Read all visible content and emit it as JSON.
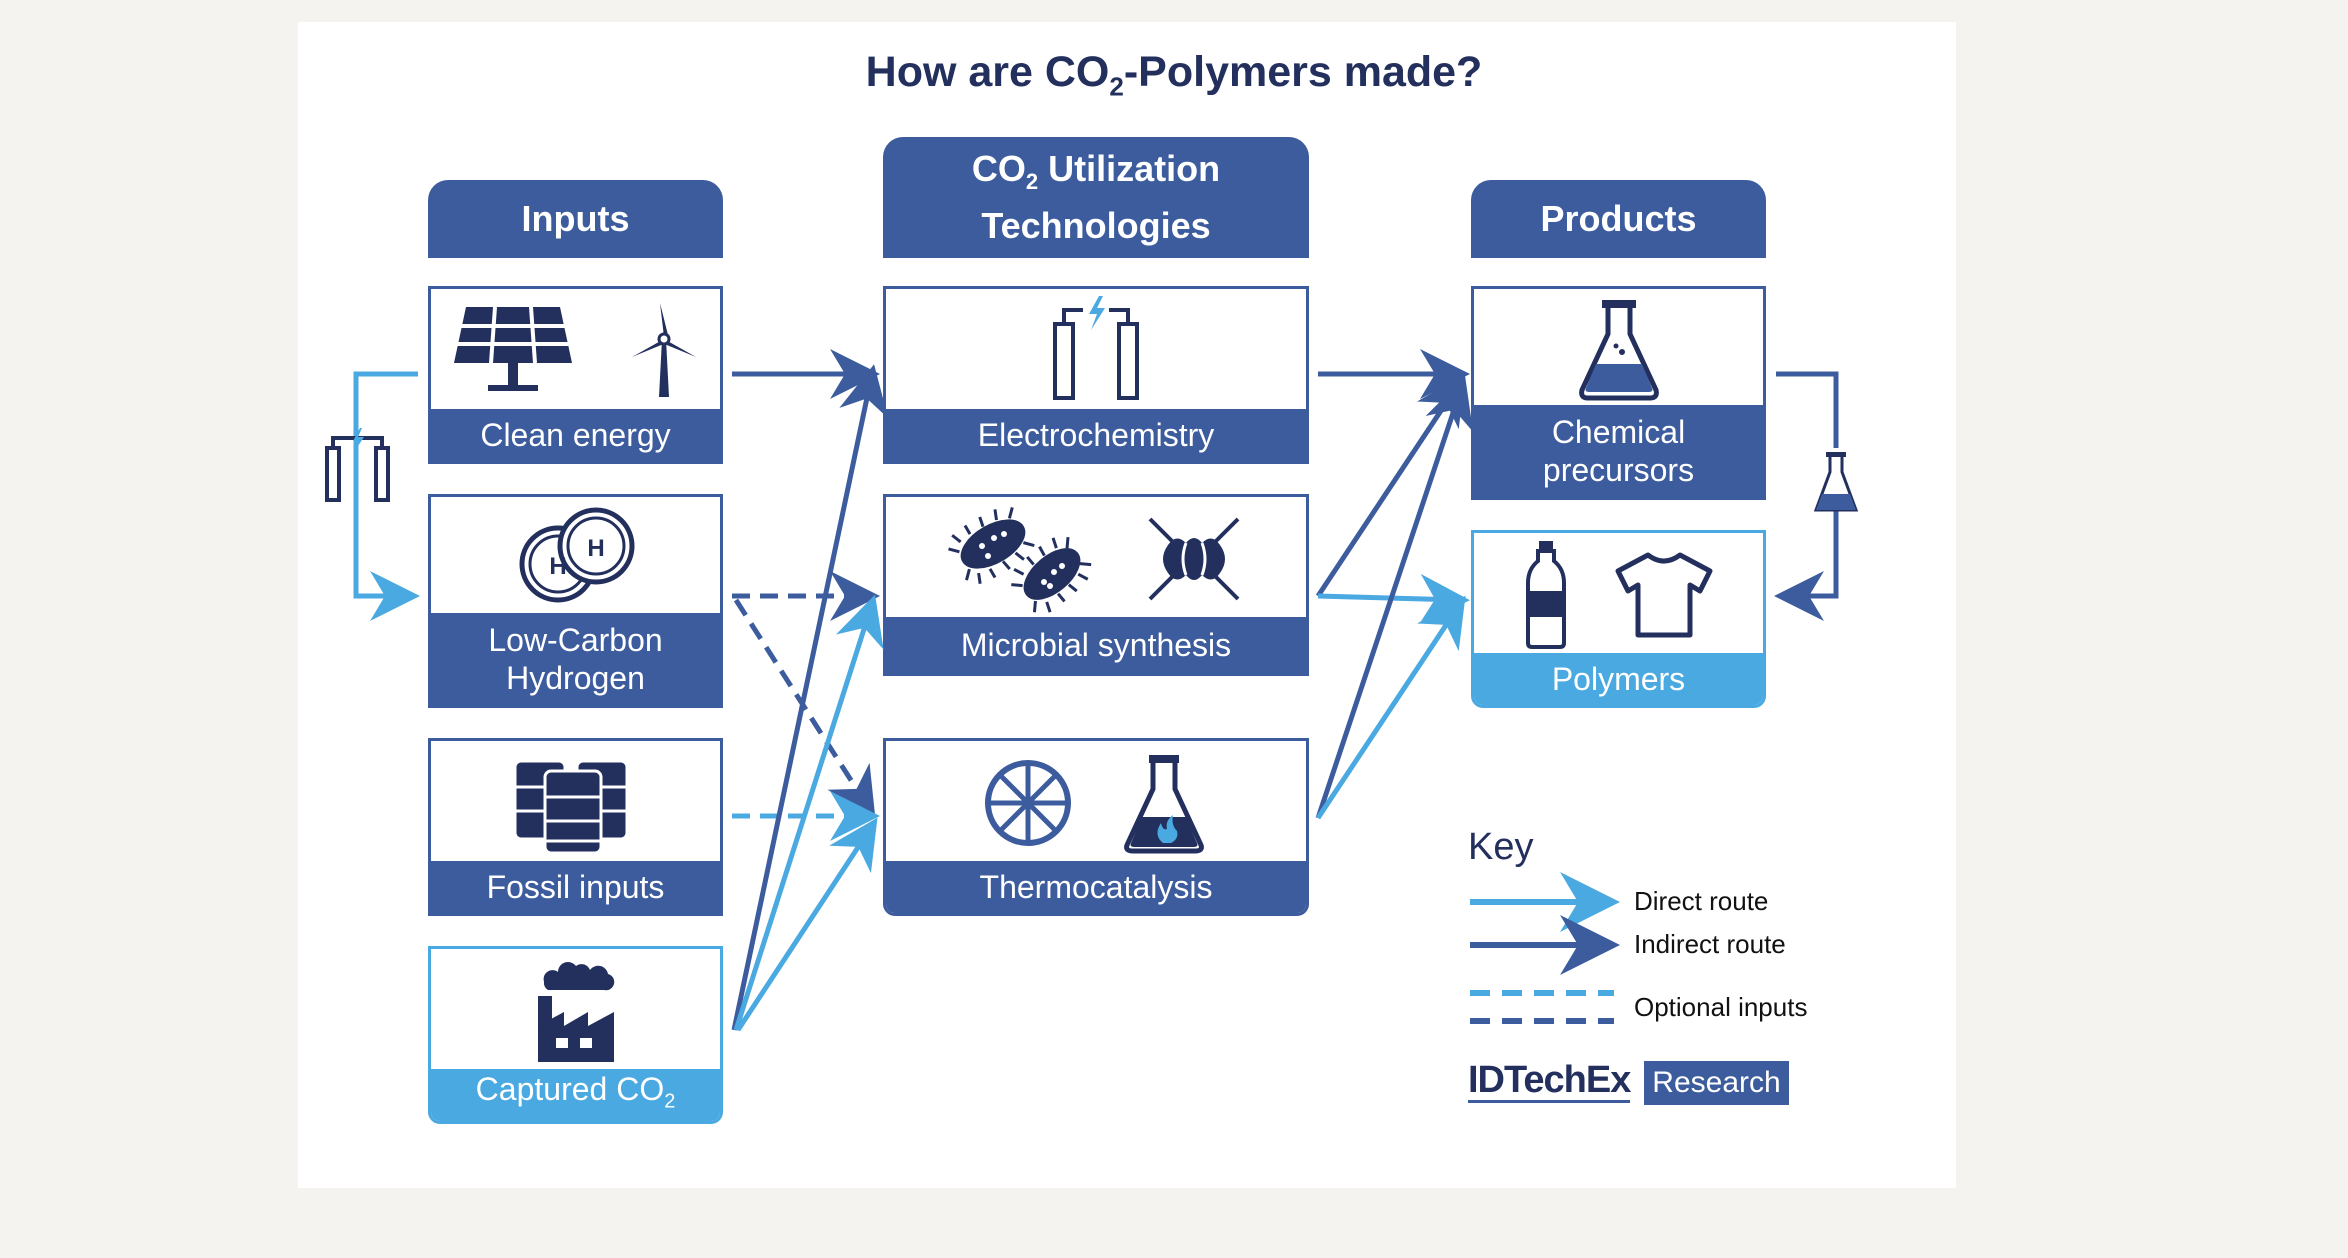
{
  "title": {
    "prefix": "How are CO",
    "sub": "2",
    "suffix": "-Polymers made?"
  },
  "headers": {
    "inputs": "Inputs",
    "tech_line1_prefix": "CO",
    "tech_line1_sub": "2",
    "tech_line1_suffix": " Utilization",
    "tech_line2": "Technologies",
    "products": "Products"
  },
  "inputs": {
    "clean_energy": "Clean energy",
    "hydrogen_line1": "Low-Carbon",
    "hydrogen_line2": "Hydrogen",
    "hydrogen_symbol": "H",
    "fossil": "Fossil inputs",
    "captured_prefix": "Captured CO",
    "captured_sub": "2"
  },
  "technologies": {
    "electro": "Electrochemistry",
    "microbial": "Microbial synthesis",
    "thermo": "Thermocatalysis"
  },
  "products": {
    "chem_line1": "Chemical",
    "chem_line2": "precursors",
    "polymers": "Polymers"
  },
  "key": {
    "title": "Key",
    "direct": "Direct route",
    "indirect": "Indirect route",
    "optional": "Optional inputs"
  },
  "brand": {
    "name": "IDTechEx",
    "tag": "Research"
  },
  "colors": {
    "dark_blue": "#3d5c9e",
    "light_blue": "#4aa9e1",
    "navy": "#232f5c"
  }
}
